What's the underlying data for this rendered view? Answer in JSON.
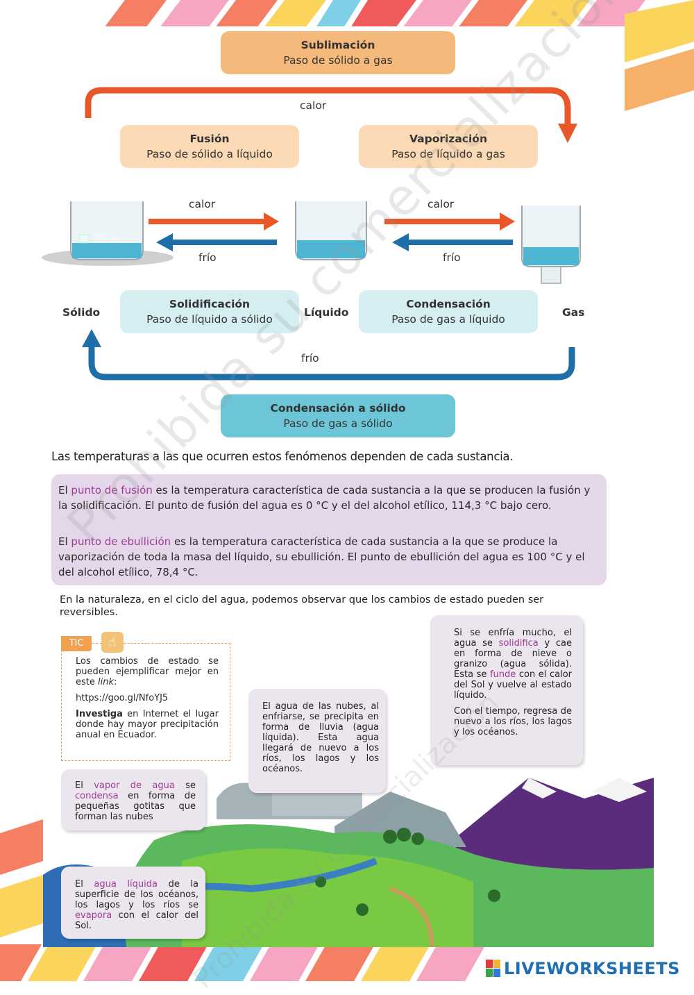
{
  "diagram": {
    "sublimation": {
      "title": "Sublimación",
      "desc": "Paso de sólido a gas"
    },
    "top_heat": "calor",
    "fusion": {
      "title": "Fusión",
      "desc": "Paso de sólido a líquido"
    },
    "vaporization": {
      "title": "Vaporización",
      "desc": "Paso de líquido a gas"
    },
    "arrow_heat_left": "calor",
    "arrow_heat_right": "calor",
    "arrow_cold_left": "frío",
    "arrow_cold_right": "frío",
    "states": {
      "solid": "Sólido",
      "liquid": "Líquido",
      "gas": "Gas"
    },
    "solidification": {
      "title": "Solidificación",
      "desc": "Paso de líquido a sólido"
    },
    "condensation": {
      "title": "Condensación",
      "desc": "Paso de gas a líquido"
    },
    "bottom_cold": "frío",
    "deposition": {
      "title": "Condensación a sólido",
      "desc": "Paso de gas a sólido"
    }
  },
  "intro": "Las temperaturas a las que ocurren estos fenómenos dependen de cada sustancia.",
  "definitions": {
    "p1_pre": "El ",
    "p1_term": "punto de fusión",
    "p1_post": " es la temperatura característica de cada sustancia a la que se producen la fusión y la solidificación. El punto de fusión del agua es 0 °C y el del alcohol etílico, 114,3 °C bajo cero.",
    "p2_pre": "El ",
    "p2_term": "punto de ebullición",
    "p2_post": " es la temperatura característica de cada sustancia a la que se produce la vaporización de toda la masa del líquido, su ebullición. El punto de ebullición del agua es 100 °C y el del alcohol etílico, 78,4 °C."
  },
  "nature_intro": "En la naturaleza, en el ciclo del agua, podemos observar que los cambios de estado pueden ser reversibles.",
  "tic": {
    "tag": "TIC",
    "text1": "Los cambios de estado se pueden ejemplificar mejor en este ",
    "link_word": "link",
    "text1_end": ":",
    "url": "https://goo.gl/NfoYJ5",
    "investiga_bold": "Investiga",
    "investiga_rest": " en Internet el lugar donde hay mayor precipitación anual en Ecuador."
  },
  "cards": {
    "vapor": {
      "pre": "El ",
      "term1": "vapor de agua",
      "mid": " se ",
      "term2": "condensa",
      "post": " en forma de pequeñas gotitas que forman las nubes"
    },
    "clouds": "El agua de las nubes, al enfriarse, se precipita en forma de lluvia (agua líquida). Esta agua llegará de nuevo a los ríos, los lagos y los océanos.",
    "cold": {
      "pre": "Si se enfría mucho, el agua se ",
      "term1": "solidifica",
      "mid": " y cae en forma de nieve o granizo (agua sólida). Esta se ",
      "term2": "funde",
      "post": " con el calor del Sol y vuelve al estado líquido.",
      "p2": "Con el tiempo, regresa de nuevo a los ríos, los lagos y los océanos."
    },
    "liquid": {
      "pre": "El ",
      "term1": "agua líquida",
      "mid": " de la superficie de los océanos, los lagos y los ríos se ",
      "term2": "evapora",
      "post": " con el calor del Sol."
    }
  },
  "watermark": "Prohibida su comercialización",
  "brand": "LIVEWORKSHEETS",
  "colors": {
    "heat": "#e8572a",
    "cold": "#1e6fa8",
    "highlight": "#a03a95"
  }
}
